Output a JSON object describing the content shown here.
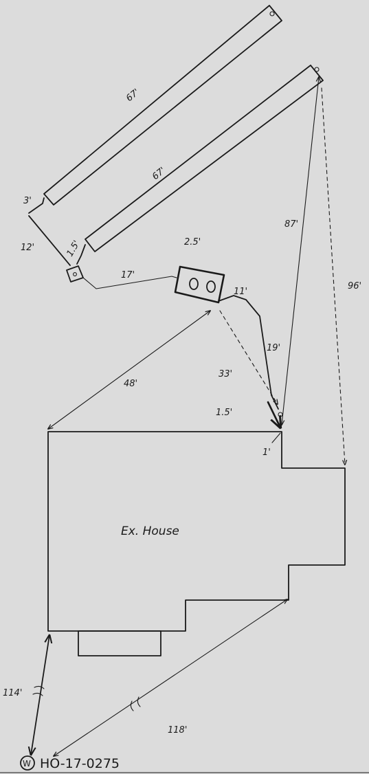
{
  "diagram": {
    "case_number": "HO-17-0275",
    "well_symbol": "W",
    "house_label": "Ex. House",
    "dimensions": {
      "upper_tank_length": "67'",
      "lower_tank_length": "67'",
      "upper_tank_offset": "3'",
      "tank_gap": "12'",
      "lower_tank_offset": "1.5'",
      "pipe_tank_to_box": "17'",
      "box_width": "2.5'",
      "box_to_pipe": "11'",
      "pipe_to_house": "19'",
      "corner_offset_a": "1.5'",
      "corner_offset_b": "1'",
      "house_to_box": "48'",
      "corner_to_box": "33'",
      "corner_to_tank_end": "87'",
      "wall_to_tank_end": "96'",
      "well_to_house_left": "114'",
      "well_to_house_right": "118'"
    }
  }
}
